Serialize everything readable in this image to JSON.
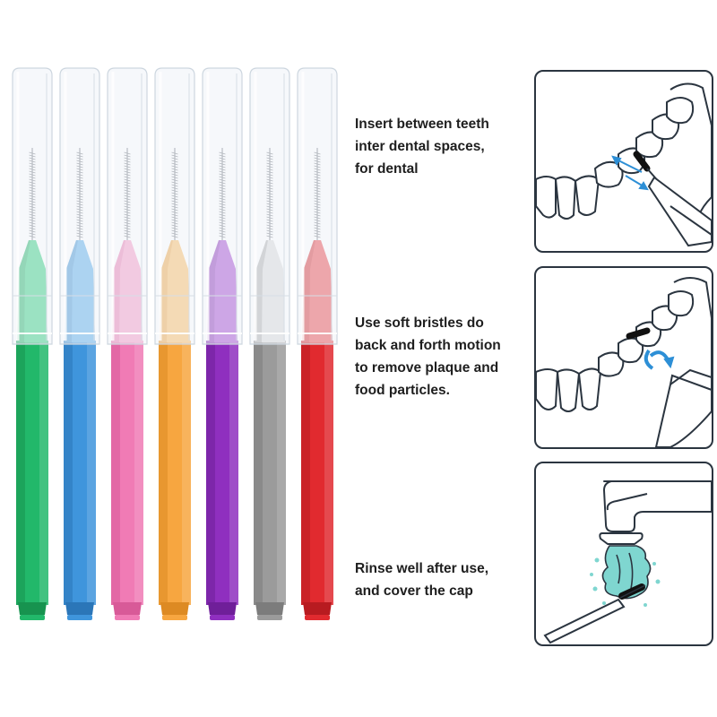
{
  "brushes": [
    {
      "name": "green",
      "color": "#22b86a",
      "shade": "#17934f",
      "tip": "#35cf82"
    },
    {
      "name": "blue",
      "color": "#3f95dc",
      "shade": "#2b76b8",
      "tip": "#5caee9"
    },
    {
      "name": "pink",
      "color": "#f07bb5",
      "shade": "#d85a98",
      "tip": "#f79ac6"
    },
    {
      "name": "orange",
      "color": "#f7a640",
      "shade": "#dd8a23",
      "tip": "#fbbd64"
    },
    {
      "name": "purple",
      "color": "#8f2fbf",
      "shade": "#6f1f99",
      "tip": "#a54bd1"
    },
    {
      "name": "gray",
      "color": "#9b9b9b",
      "shade": "#7c7c7c",
      "tip": "#dadada"
    },
    {
      "name": "red",
      "color": "#e12a2f",
      "shade": "#b81b20",
      "tip": "#ec4a4f"
    }
  ],
  "steps": [
    {
      "lines": [
        "Insert between teeth",
        "inter dental spaces,",
        "for dental"
      ],
      "icon": "brush-between-teeth-icon"
    },
    {
      "lines": [
        "Use soft bristles do",
        "back and forth motion",
        "to remove plaque and",
        "food particles."
      ],
      "icon": "brush-motion-icon"
    },
    {
      "lines": [
        "Rinse well after use,",
        "and cover the cap"
      ],
      "icon": "rinse-under-tap-icon"
    }
  ],
  "colors": {
    "outline": "#2b3540",
    "arrow": "#2d8fd6",
    "water": "#7fd6d0"
  }
}
